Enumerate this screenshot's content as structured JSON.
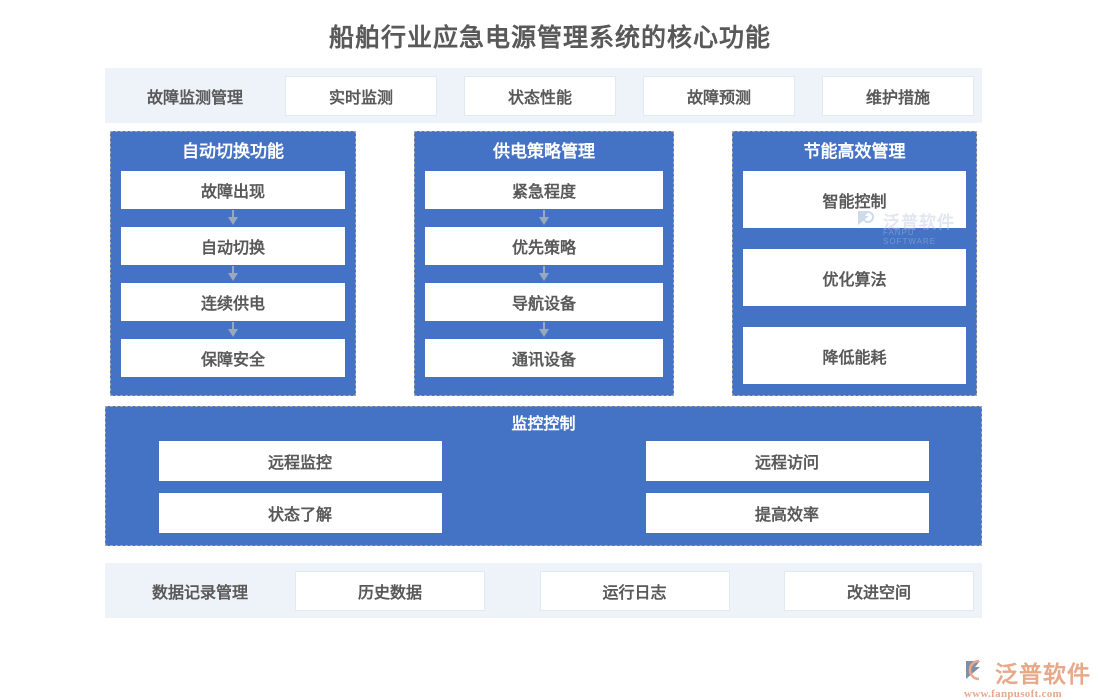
{
  "title": "船舶行业应急电源管理系统的核心功能",
  "colors": {
    "panel_blue": "#4472c4",
    "band_background": "#eef3fa",
    "text_gray": "#595959",
    "dashed_border": "#a6a6a6",
    "logo_orange": "#e8a88a"
  },
  "header_band": {
    "label": "故障监测管理",
    "cells": [
      "实时监测",
      "状态性能",
      "故障预测",
      "维护措施"
    ]
  },
  "columns": [
    {
      "title": "自动切换功能",
      "has_arrows": true,
      "items": [
        "故障出现",
        "自动切换",
        "连续供电",
        "保障安全"
      ]
    },
    {
      "title": "供电策略管理",
      "has_arrows": true,
      "items": [
        "紧急程度",
        "优先策略",
        "导航设备",
        "通讯设备"
      ]
    },
    {
      "title": "节能高效管理",
      "has_arrows": false,
      "items": [
        "智能控制",
        "优化算法",
        "降低能耗"
      ]
    }
  ],
  "monitor_panel": {
    "title": "监控控制",
    "left_column": [
      "远程监控",
      "状态了解"
    ],
    "right_column": [
      "远程访问",
      "提高效率"
    ]
  },
  "footer_band": {
    "label": "数据记录管理",
    "cells": [
      "历史数据",
      "运行日志",
      "改进空间"
    ]
  },
  "watermark": {
    "cn": "泛普软件",
    "en": "FANPU SOFTWARE"
  },
  "logo": {
    "cn": "泛普软件",
    "url": "www.fanpusoft.com"
  }
}
